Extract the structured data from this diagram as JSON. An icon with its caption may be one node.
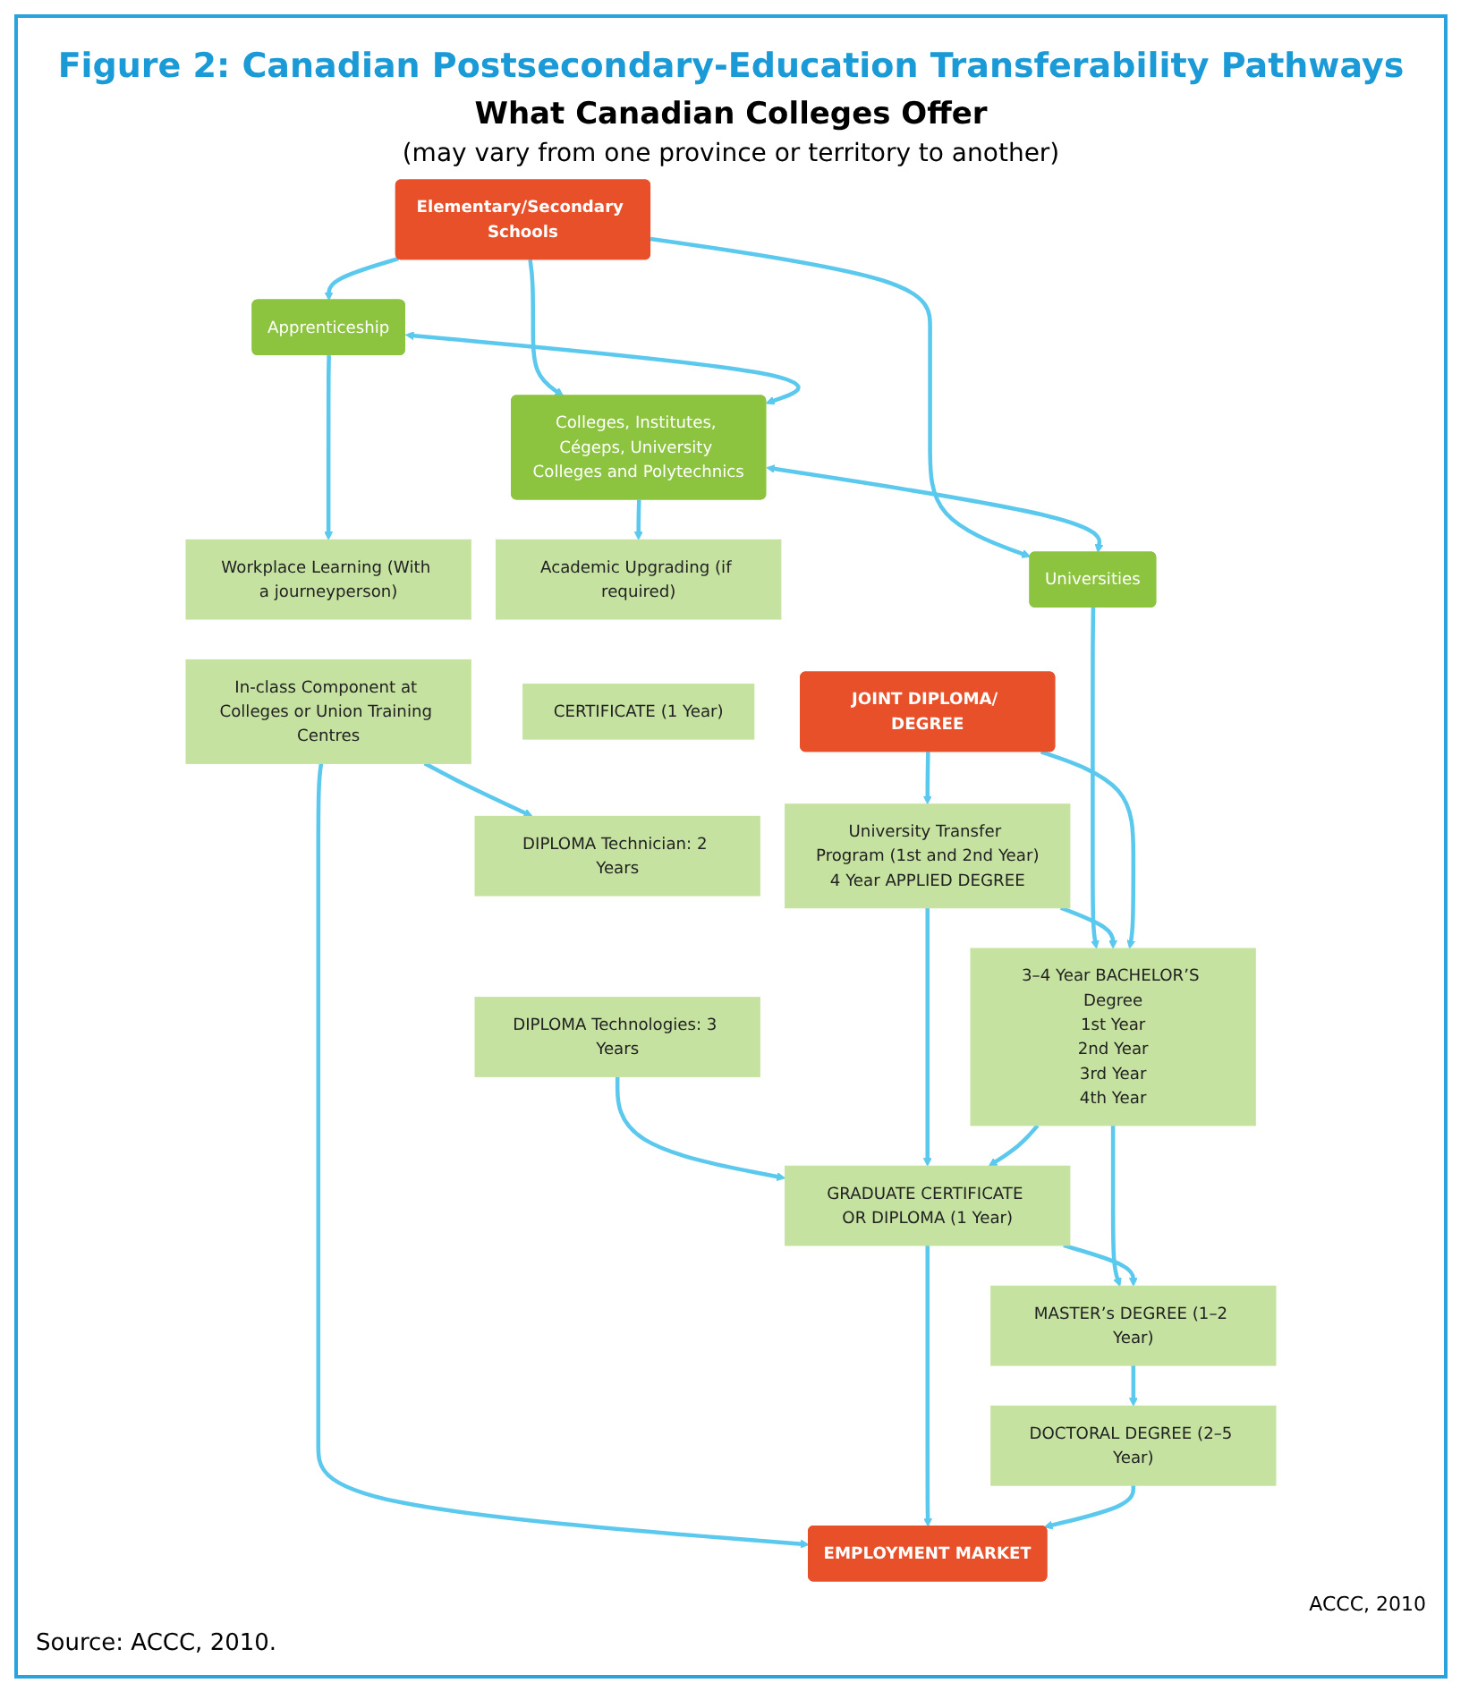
{
  "diagram": {
    "title": "Figure 2:  Canadian Postsecondary-Education Transferability Pathways",
    "caption": "Source: ACCC, 2010.",
    "nodes": [
      {
        "text": [
          "Elementary/Secondary Schools"
        ]
      },
      {
        "text": [
          "Apprenticeship"
        ]
      },
      {
        "text": [
          "Colleges, Institutes, Cégeps, University Colleges and Polytechnics"
        ]
      },
      {
        "text": [
          "Universities"
        ]
      },
      {
        "text": [
          "Workplace Learning (With a journeyperson)"
        ]
      },
      {
        "text": [
          "Academic Upgrading (if required)"
        ]
      },
      {
        "text": [
          "University Transfer Program (1st and 2nd Year)",
          "4 Year APPLIED DEGREE"
        ]
      },
      {
        "text": [
          "3–4 Year BACHELOR’S Degree",
          "1st Year",
          "2nd Year",
          "3rd Year",
          "4th Year"
        ]
      },
      {
        "text": [
          "CERTIFICATE (1 Year)"
        ]
      },
      {
        "text": [
          "In-class Component at Colleges or Union Training Centres"
        ]
      },
      {
        "text": [
          "DIPLOMA Technician: 2 Years"
        ]
      },
      {
        "text": [
          "JOINT DIPLOMA/ DEGREE"
        ]
      },
      {
        "text": [
          "DIPLOMA Technologies: 3 Years"
        ]
      },
      {
        "text": [
          "GRADUATE CERTIFICATE OR DIPLOMA (1 Year)"
        ]
      },
      {
        "text": [
          "MASTER’s DEGREE (1–2 Year)"
        ]
      },
      {
        "text": [
          "DOCTORAL DEGREE (2–5 Year)"
        ]
      },
      {
        "text": [
          "EMPLOYMENT MARKET"
        ]
      }
    ],
    "edges": [
      {
        "from": 0,
        "to": 1,
        "arrow": "to"
      },
      {
        "from": 0,
        "to": 2,
        "arrow": "to"
      },
      {
        "from": 0,
        "to": 3,
        "arrow": "to"
      },
      {
        "from": 1,
        "to": 2,
        "arrow": "both"
      },
      {
        "from": 2,
        "to": 3,
        "arrow": "both"
      },
      {
        "from": 1,
        "to": 4,
        "arrow": "to"
      },
      {
        "from": 2,
        "to": 5,
        "arrow": "to"
      },
      {
        "from": 3,
        "to": 7,
        "arrow": "to"
      },
      {
        "from": 6,
        "to": 7,
        "arrow": "to"
      },
      {
        "from": 9,
        "to": 10,
        "arrow": "to"
      },
      {
        "from": 11,
        "to": 6,
        "arrow": "to"
      },
      {
        "from": 11,
        "to": 7,
        "arrow": "to"
      },
      {
        "from": 12,
        "to": 13,
        "arrow": "to"
      },
      {
        "from": 6,
        "to": 13,
        "arrow": "to"
      },
      {
        "from": 7,
        "to": 13,
        "arrow": "to"
      },
      {
        "from": 7,
        "to": 14,
        "arrow": "to"
      },
      {
        "from": 13,
        "to": 14,
        "arrow": "to"
      },
      {
        "from": 14,
        "to": 15,
        "arrow": "to"
      },
      {
        "from": 9,
        "to": 16,
        "arrow": "to"
      },
      {
        "from": 13,
        "to": 16,
        "arrow": "to"
      },
      {
        "from": 15,
        "to": 16,
        "arrow": "to"
      }
    ],
    "labels": [
      "What Canadian Colleges Offer",
      "(may vary from one province or territory to another)",
      "ACCC, 2010"
    ]
  }
}
